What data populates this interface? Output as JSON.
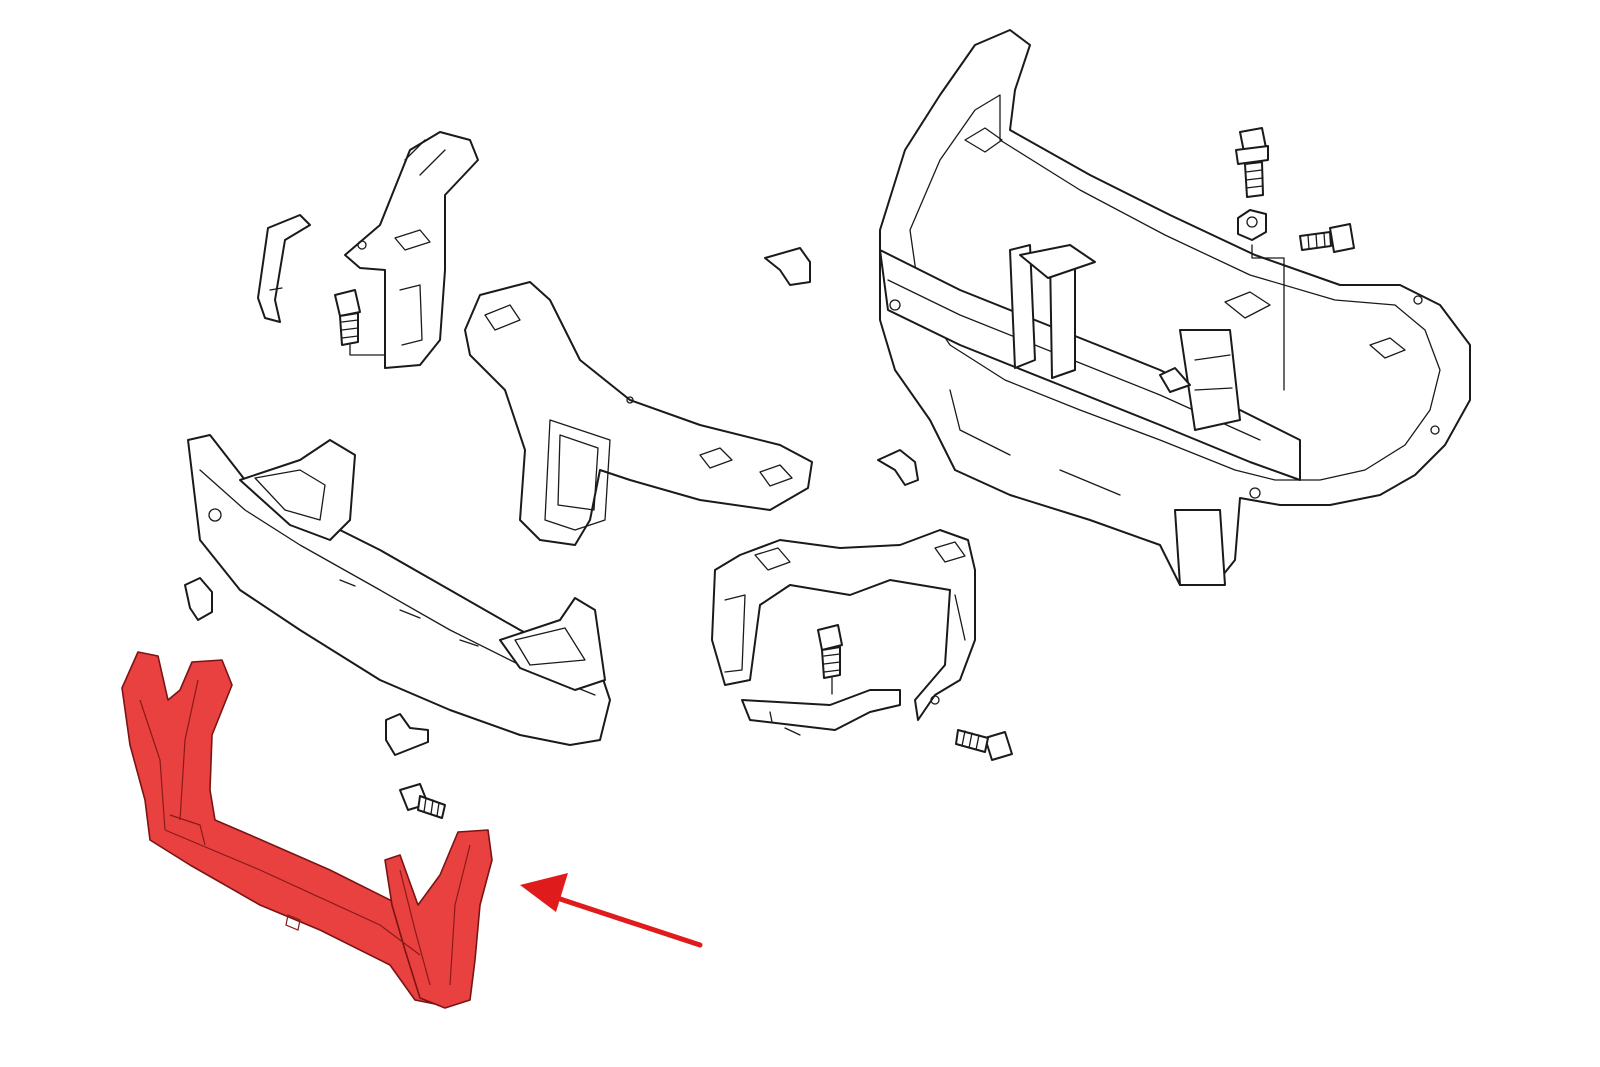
{
  "diagram": {
    "colors": {
      "line": "#1a1a1a",
      "highlight_fill": "#e8413f",
      "highlight_stroke": "#7a1414",
      "arrow": "#e01b1b",
      "background": "#ffffff"
    },
    "parts": [
      {
        "id": "radiator-support-assembly",
        "highlighted": false
      },
      {
        "id": "upper-tie-bar",
        "highlighted": false
      },
      {
        "id": "left-side-bracket",
        "highlighted": false
      },
      {
        "id": "right-side-bracket",
        "highlighted": false
      },
      {
        "id": "front-bumper-reinforcement",
        "highlighted": false
      },
      {
        "id": "lower-crossmember",
        "highlighted": true
      }
    ],
    "pointer": {
      "icon": "arrow-icon",
      "target": "lower-crossmember"
    }
  }
}
